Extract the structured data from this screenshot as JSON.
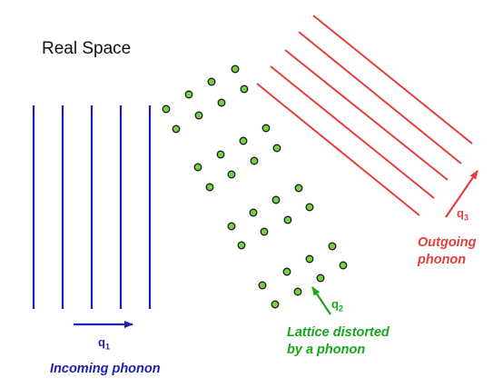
{
  "title": "Real Space",
  "incoming": {
    "label": "Incoming phonon",
    "wavevector": "q",
    "wavevector_sub": "1",
    "color": "#1f1fb4"
  },
  "lattice": {
    "label_line1": "Lattice distorted",
    "label_line2": "by a phonon",
    "wavevector": "q",
    "wavevector_sub": "2",
    "color": "#17a81a",
    "atom_fill": "#76d043",
    "atom_stroke": "#1a1a1a"
  },
  "outgoing": {
    "label_line1": "Outgoing",
    "label_line2": "phonon",
    "wavevector": "q",
    "wavevector_sub": "3",
    "color": "#e63d3d"
  }
}
